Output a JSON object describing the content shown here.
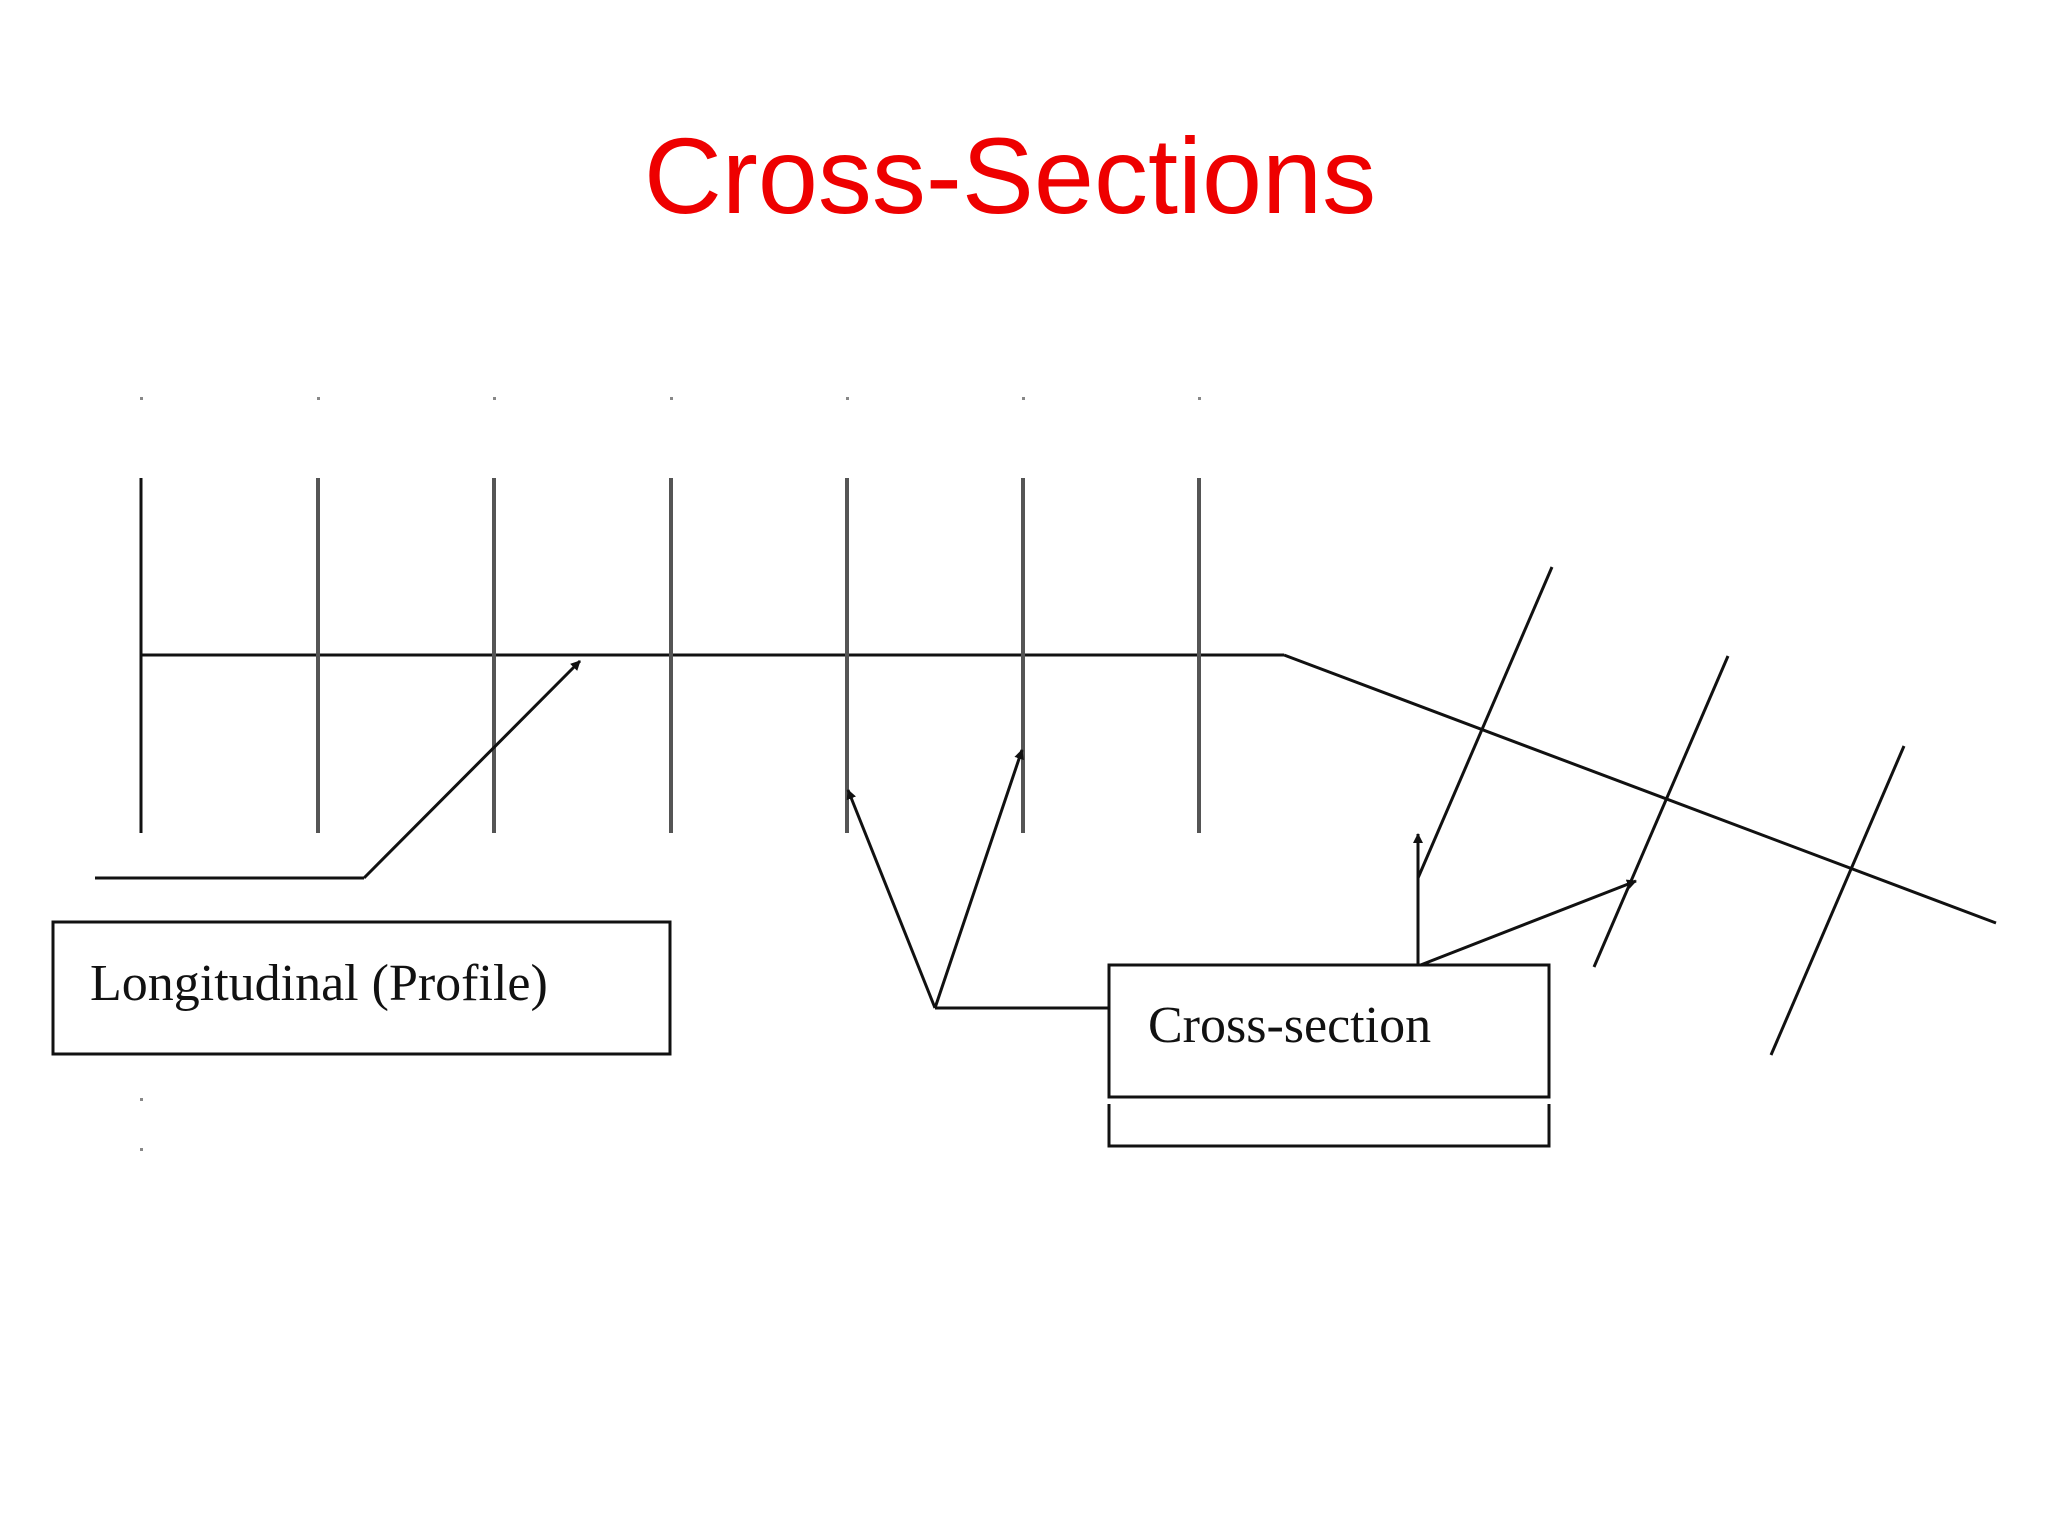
{
  "slide": {
    "title": "Cross-Sections",
    "title_color": "#ee0000"
  },
  "diagram": {
    "labels": {
      "longitudinal": "Longitudinal (Profile)",
      "cross_section": "Cross-section"
    },
    "line_color": "#111111"
  }
}
